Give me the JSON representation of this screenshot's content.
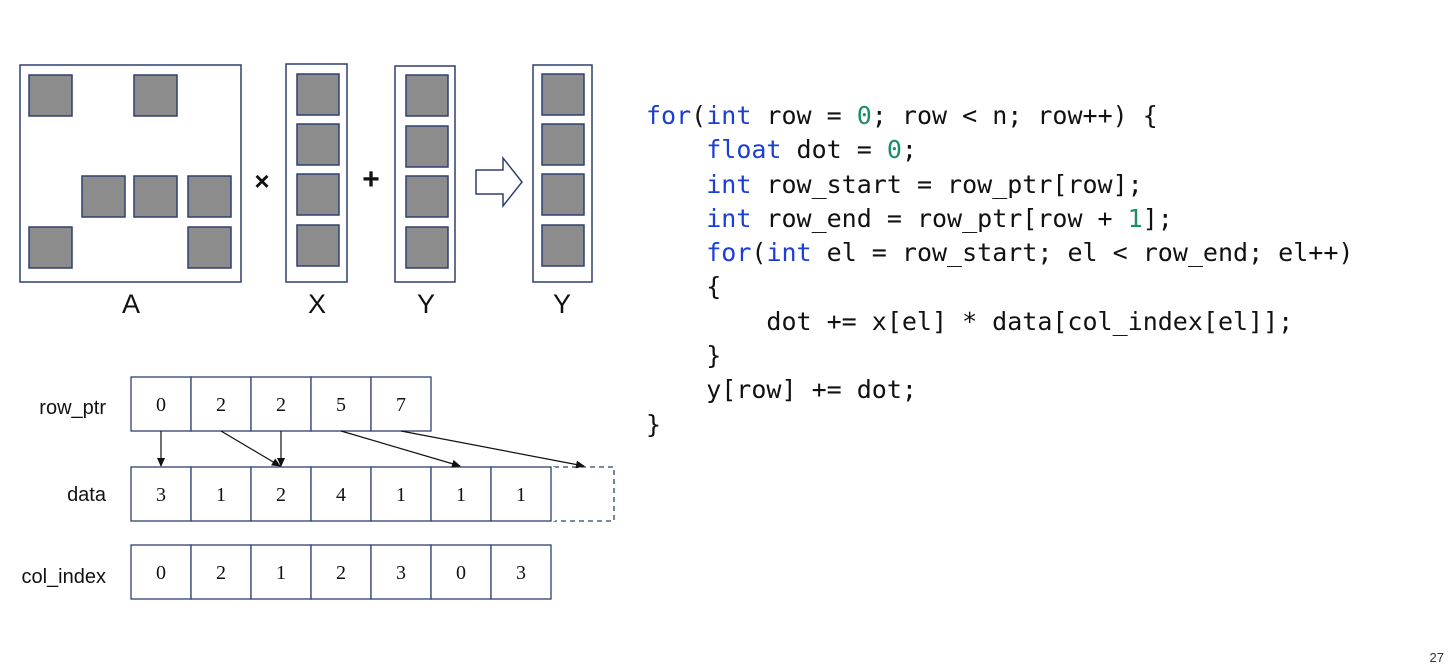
{
  "matrix_equation": {
    "labels": {
      "matrix": "A",
      "x_vector": "X",
      "y_vector": "Y",
      "result_vector": "Y"
    },
    "times_symbol": "×",
    "plus_symbol": "+"
  },
  "csr": {
    "row_ptr": {
      "label": "row_ptr",
      "values": [
        "0",
        "2",
        "2",
        "5",
        "7"
      ]
    },
    "data": {
      "label": "data",
      "values": [
        "3",
        "1",
        "2",
        "4",
        "1",
        "1",
        "1"
      ]
    },
    "col_index": {
      "label": "col_index",
      "values": [
        "0",
        "2",
        "1",
        "2",
        "3",
        "0",
        "3"
      ]
    }
  },
  "code": {
    "lines": [
      [
        {
          "t": "for",
          "c": "kw"
        },
        {
          "t": "("
        },
        {
          "t": "int",
          "c": "kw"
        },
        {
          "t": " row = "
        },
        {
          "t": "0",
          "c": "num"
        },
        {
          "t": "; row < n; row++) {"
        }
      ],
      [
        {
          "t": "    "
        },
        {
          "t": "float",
          "c": "kw"
        },
        {
          "t": " dot = "
        },
        {
          "t": "0",
          "c": "num"
        },
        {
          "t": ";"
        }
      ],
      [
        {
          "t": "    "
        },
        {
          "t": "int",
          "c": "kw"
        },
        {
          "t": " row_start = row_ptr[row];"
        }
      ],
      [
        {
          "t": "    "
        },
        {
          "t": "int",
          "c": "kw"
        },
        {
          "t": " row_end = row_ptr[row + "
        },
        {
          "t": "1",
          "c": "num"
        },
        {
          "t": "];"
        }
      ],
      [
        {
          "t": "    "
        },
        {
          "t": "for",
          "c": "kw"
        },
        {
          "t": "("
        },
        {
          "t": "int",
          "c": "kw"
        },
        {
          "t": " el = row_start; el < row_end; el++)"
        }
      ],
      [
        {
          "t": "    {"
        }
      ],
      [
        {
          "t": "        dot += x[el] * data[col_index[el]];"
        }
      ],
      [
        {
          "t": "    }"
        }
      ],
      [
        {
          "t": "    y[row] += dot;"
        }
      ],
      [
        {
          "t": "}"
        }
      ]
    ]
  },
  "page_number": "27",
  "colors": {
    "block_fill": "#8c8c8c",
    "block_stroke": "#2f3f6f",
    "frame_stroke": "#2f3f6f",
    "keyword": "#1a3fd6",
    "number": "#1b8f6a"
  }
}
